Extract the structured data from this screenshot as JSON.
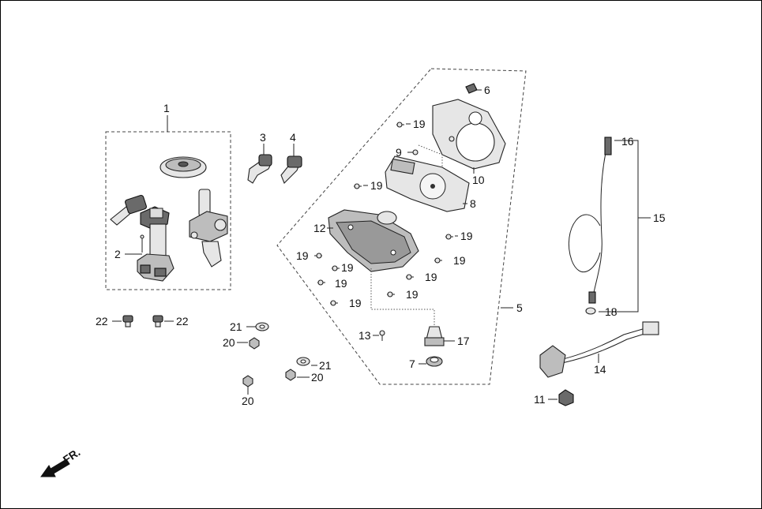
{
  "labels": {
    "l1": "1",
    "l2": "2",
    "l3": "3",
    "l4": "4",
    "l5": "5",
    "l6": "6",
    "l7": "7",
    "l8": "8",
    "l9": "9",
    "l10": "10",
    "l11": "11",
    "l12": "12",
    "l13": "13",
    "l14": "14",
    "l15": "15",
    "l16": "16",
    "l17": "17",
    "l18": "18",
    "l19": "19",
    "l20": "20",
    "l21": "21",
    "l22": "22"
  },
  "front_indicator": "FR."
}
